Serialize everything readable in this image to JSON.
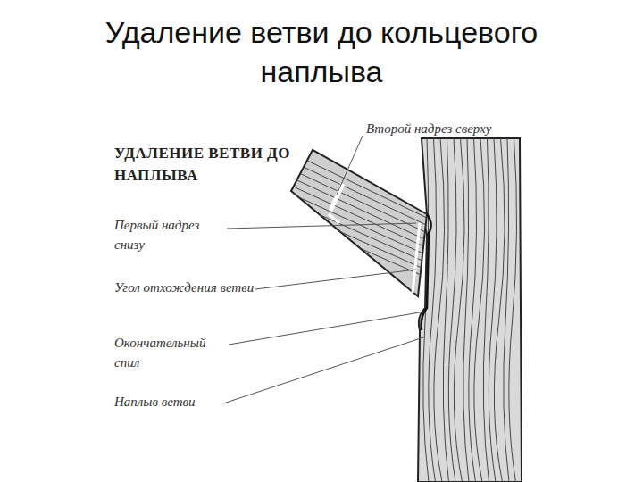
{
  "diagram": {
    "title": "Удаление ветви до кольцевого наплыва",
    "labels": [
      "УДАЛЕНИЕ ВЕТВИ ДО НАПЛЫВА",
      "Второй надрез сверху",
      "Первый надрез снизу",
      "Угол отхождения ветви",
      "Окончательный спил",
      "Наплыв ветви"
    ]
  }
}
